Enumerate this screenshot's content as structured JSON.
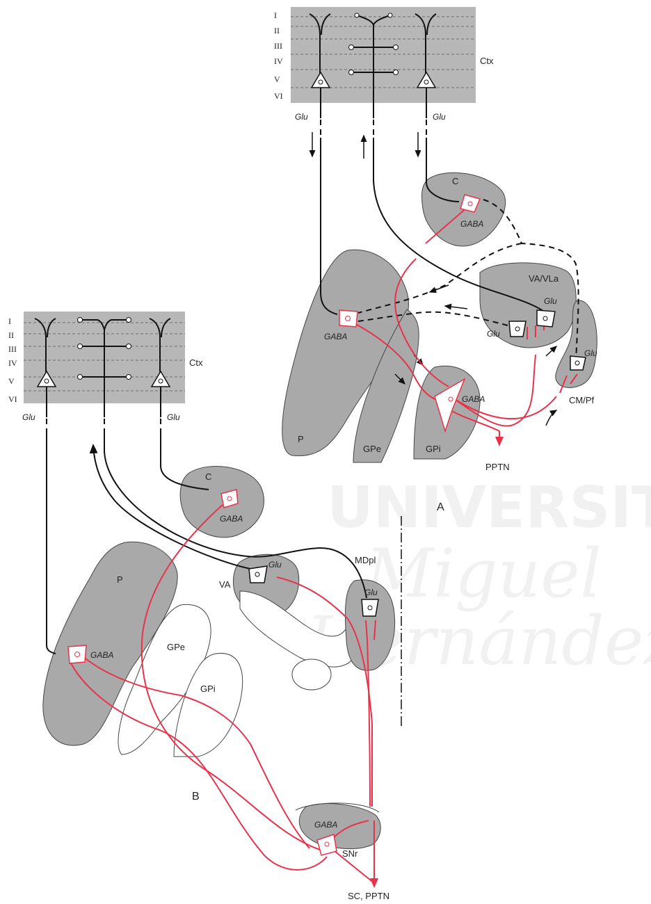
{
  "panel_a": {
    "label": "A",
    "layers": [
      "I",
      "II",
      "III",
      "IV",
      "V",
      "VI"
    ],
    "ctx": "Ctx",
    "glu_left": "Glu",
    "glu_right": "Glu",
    "nuclei": {
      "caudate": "C",
      "putamen": "P",
      "gpe": "GPe",
      "gpi": "GPi",
      "vavla": "VA/VLa",
      "cmpf": "CM/Pf"
    },
    "neurotransmitters": {
      "caudate_gaba": "GABA",
      "putamen_gaba": "GABA",
      "gpi_gaba": "GABA",
      "vavla_glu": "Glu",
      "vavla_glu2": "Glu",
      "cmpf_glu": "Glu"
    },
    "output": "PPTN"
  },
  "panel_b": {
    "label": "B",
    "layers": [
      "I",
      "II",
      "III",
      "IV",
      "V",
      "VI"
    ],
    "ctx": "Ctx",
    "glu_left": "Glu",
    "glu_right": "Glu",
    "nuclei": {
      "caudate": "C",
      "putamen": "P",
      "gpe": "GPe",
      "gpi": "GPi",
      "va": "VA",
      "mdpl": "MDpl",
      "snr": "SNr"
    },
    "neurotransmitters": {
      "caudate_gaba": "GABA",
      "putamen_gaba": "GABA",
      "va_glu": "Glu",
      "mdpl_glu": "Glu",
      "snr_gaba": "GABA"
    },
    "output": "SC, PPTN"
  },
  "watermark": {
    "line1": "UNIVERSITAS",
    "line2": "Miguel",
    "line3": "Hernández"
  }
}
